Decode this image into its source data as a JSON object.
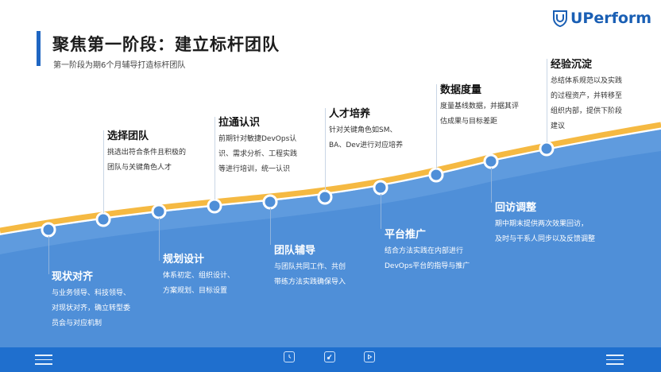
{
  "header": {
    "title": "聚焦第一阶段：建立标杆团队",
    "subtitle": "第一阶段为期6个月辅导打造标杆团队"
  },
  "logo": {
    "text": "UPerform",
    "icon": "uperform-shield-icon"
  },
  "colors": {
    "accent": "#1f66c2",
    "wave_blue": "#4f8fd8",
    "wave_orange": "#f5b942",
    "footer": "#1f6fce"
  },
  "milestones": [
    {
      "title": "现状对齐",
      "desc": [
        "与业务领导、科技领导、",
        "对现状对齐，确立转型委",
        "员会与对应机制"
      ]
    },
    {
      "title": "选择团队",
      "desc": [
        "挑选出符合条件且积极的",
        "团队与关键角色人才"
      ]
    },
    {
      "title": "规划设计",
      "desc": [
        "体系初定、组织设计、",
        "方案规划、目标设置"
      ]
    },
    {
      "title": "拉通认识",
      "desc": [
        "前期针对敏捷DevOps认",
        "识、需求分析、工程实践",
        "等进行培训，统一认识"
      ]
    },
    {
      "title": "团队辅导",
      "desc": [
        "与团队共同工作、共创",
        "带练方法实践确保导入"
      ]
    },
    {
      "title": "人才培养",
      "desc": [
        "针对关键角色如SM、",
        "BA、Dev进行对应培养"
      ]
    },
    {
      "title": "平台推广",
      "desc": [
        "结合方法实践在内部进行",
        "DevOps平台的指导与推广"
      ]
    },
    {
      "title": "数据度量",
      "desc": [
        "度量基线数据，并据其评",
        "估成果与目标差距"
      ]
    },
    {
      "title": "回访调整",
      "desc": [
        "期中期末提供两次效果回访，",
        "及时与干系人同步以及反馈调整"
      ]
    },
    {
      "title": "经验沉淀",
      "desc": [
        "总结体系规范以及实践",
        "的过程资产，并转移至",
        "组织内部，提供下阶段",
        "建议"
      ]
    }
  ],
  "footer": {
    "controls": [
      "clock-icon",
      "edit-icon",
      "play-icon"
    ],
    "left_icon": "menu-icon",
    "right_icon": "menu-icon"
  }
}
